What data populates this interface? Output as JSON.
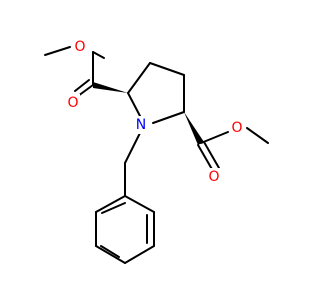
{
  "molecule": {
    "atoms": {
      "o_ester_top_label": "O",
      "o_carbonyl_left_label": "O",
      "o_ester_right_label": "O",
      "o_carbonyl_right_label": "O",
      "n_label": "N"
    },
    "colors": {
      "bond": "#000000",
      "oxygen": "#ff0000",
      "nitrogen": "#0000ff",
      "background": "#ffffff"
    }
  }
}
